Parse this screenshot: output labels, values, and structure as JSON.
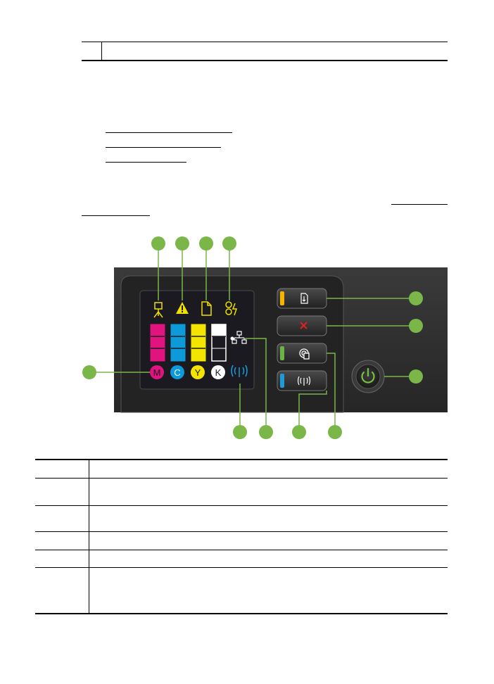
{
  "colors": {
    "callout_green": "#7ab648",
    "panel_dark": "#2f2f2f",
    "display_bg": "#1c1c22",
    "icon_yellow": "#f0e000",
    "magenta": "#e0137f",
    "cyan": "#0c9ad8",
    "yellow": "#f3e500",
    "black_ink": "#ffffff",
    "wireless_blue": "#1e9ad6",
    "cancel_red": "#e02020",
    "resume_amber": "#f5b400",
    "eprint_green": "#6ab344",
    "power_green": "#78c043"
  },
  "icons": {
    "status_row": [
      "printhead-icon",
      "attention-icon",
      "paper-icon",
      "ink-out-icon"
    ],
    "ink_labels": [
      "M",
      "C",
      "Y",
      "K"
    ],
    "network": "network-icon",
    "wireless": "wireless-icon",
    "buttons": [
      "resume-icon",
      "cancel-icon",
      "eprint-icon",
      "wireless-icon",
      "power-icon"
    ]
  },
  "ink_levels": {
    "M": 1.0,
    "C": 1.0,
    "Y": 1.0,
    "K": 0.4
  }
}
